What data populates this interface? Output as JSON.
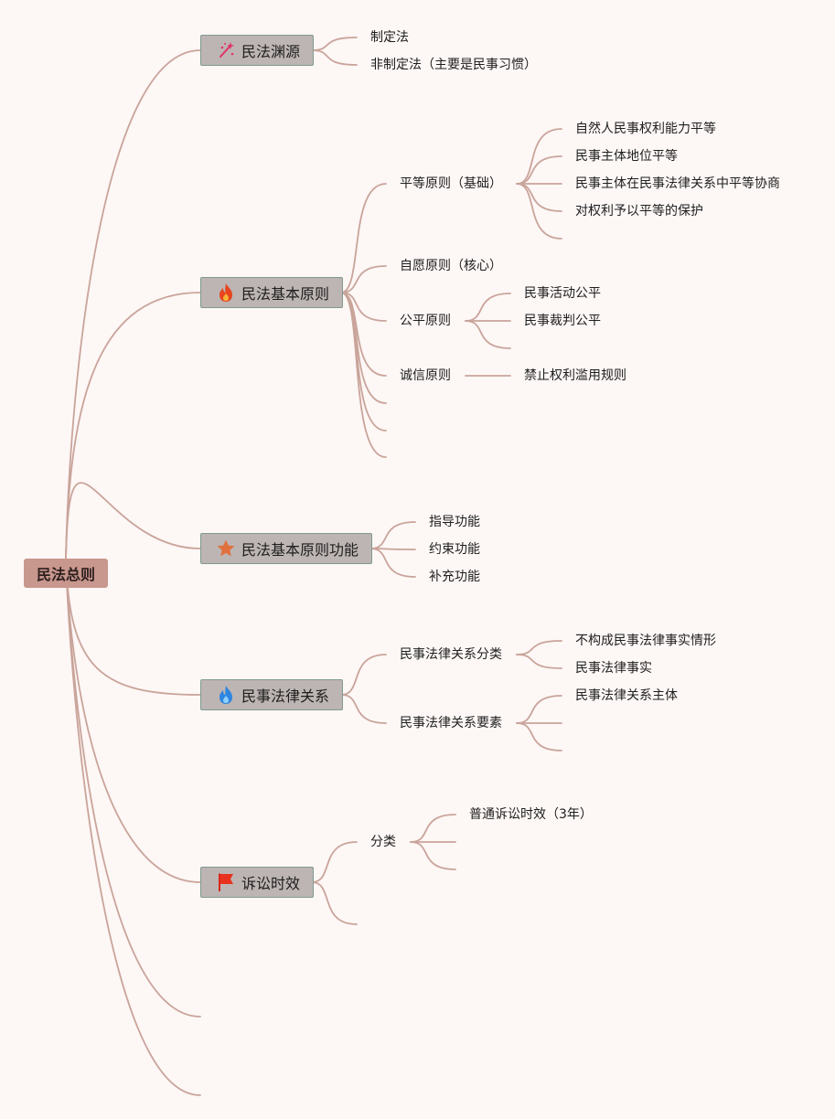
{
  "root": {
    "label": "民法总则"
  },
  "branches": [
    {
      "label": "民法渊源",
      "icon": "sparkle-wand-icon",
      "children": [
        {
          "label": "制定法"
        },
        {
          "label": "非制定法（主要是民事习惯）"
        }
      ]
    },
    {
      "label": "民法基本原则",
      "icon": "fire-icon",
      "children": [
        {
          "label": "平等原则（基础）",
          "children": [
            {
              "label": "自然人民事权利能力平等"
            },
            {
              "label": "民事主体地位平等"
            },
            {
              "label": "民事主体在民事法律关系中平等协商"
            },
            {
              "label": "对权利予以平等的保护"
            },
            {
              "label": ""
            }
          ]
        },
        {
          "label": "自愿原则（核心）"
        },
        {
          "label": "公平原则",
          "children": [
            {
              "label": "民事活动公平"
            },
            {
              "label": "民事裁判公平"
            },
            {
              "label": ""
            }
          ]
        },
        {
          "label": "诚信原则",
          "children": [
            {
              "label": "禁止权利滥用规则"
            }
          ]
        },
        {
          "label": ""
        },
        {
          "label": ""
        },
        {
          "label": ""
        }
      ]
    },
    {
      "label": "民法基本原则功能",
      "icon": "star-icon",
      "children": [
        {
          "label": "指导功能"
        },
        {
          "label": "约束功能"
        },
        {
          "label": "补充功能"
        }
      ]
    },
    {
      "label": "民事法律关系",
      "icon": "blue-flame-icon",
      "children": [
        {
          "label": "民事法律关系分类",
          "children": [
            {
              "label": "不构成民事法律事实情形"
            },
            {
              "label": "民事法律事实"
            }
          ]
        },
        {
          "label": "民事法律关系要素",
          "children": [
            {
              "label": "民事法律关系主体"
            },
            {
              "label": ""
            },
            {
              "label": ""
            }
          ]
        }
      ]
    },
    {
      "label": "诉讼时效",
      "icon": "red-flag-icon",
      "children": [
        {
          "label": "分类",
          "children": [
            {
              "label": "普通诉讼时效（3年）"
            },
            {
              "label": ""
            },
            {
              "label": ""
            }
          ]
        },
        {
          "label": ""
        }
      ]
    },
    {
      "label": ""
    },
    {
      "label": ""
    }
  ],
  "colors": {
    "background": "#fdf7f6",
    "connector": "#c9a49a",
    "root_fill": "#c8978e",
    "topic_fill": "#bdb5b3",
    "topic_border": "#7f9a92"
  }
}
